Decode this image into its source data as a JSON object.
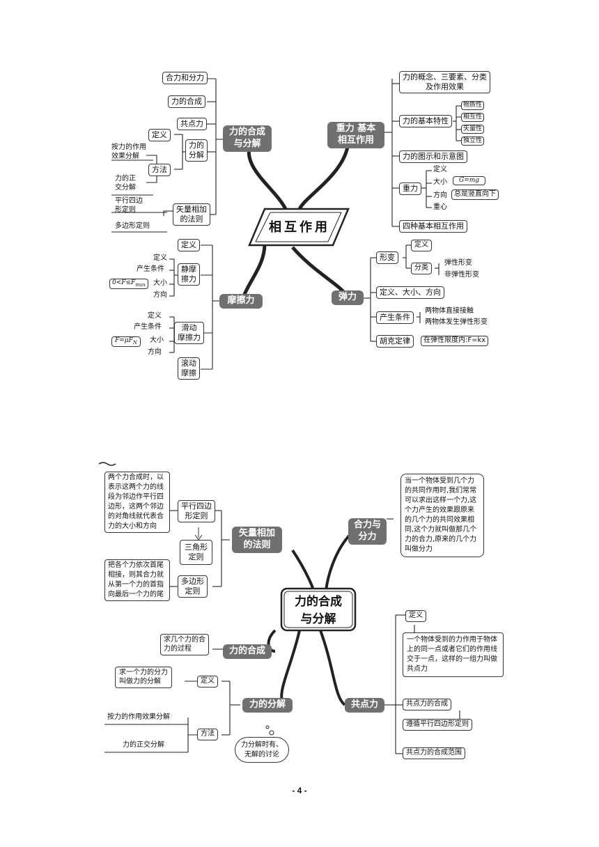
{
  "map1": {
    "center": "相互作用",
    "hub_compose": "力的合成\n与分解",
    "hub_basic": "重力  基本\n相互作用",
    "hub_friction": "摩擦力",
    "hub_elastic": "弹力",
    "compose": {
      "resultant": "合力和分力",
      "composition": "力的合成",
      "concurrent": "共点力",
      "decomposition": "力的\n分解",
      "definition": "定义",
      "method": "方法",
      "by_effect": "按力的作用\n效果分解",
      "orthogonal": "力的正\n交分解",
      "vector_rule": "矢量相加\n的法则",
      "parallelogram": "平行四边\n形定则",
      "polygon": "多边形定则"
    },
    "basic": {
      "concept": "力的概念、三要素、分类\n及作用效果",
      "traits": "力的基本特性",
      "trait_items": [
        "物质性",
        "相互性",
        "矢量性",
        "独立性"
      ],
      "diagram": "力的图示和示意图",
      "gravity": "重力",
      "g_def": "定义",
      "g_size": "大小",
      "g_formula": "G=mg",
      "g_dir": "方向",
      "g_dir_val": "总是竖直向下",
      "g_center": "重心",
      "four": "四种基本相互作用"
    },
    "friction": {
      "definition": "定义",
      "static": "静摩\n擦力",
      "static_items": [
        "定义",
        "产生条件",
        "大小",
        "方向"
      ],
      "static_formula": "0<F≤F",
      "static_formula_sub": "max",
      "sliding": "滑动\n摩擦力",
      "sliding_items": [
        "定义",
        "产生条件",
        "大小",
        "方向"
      ],
      "sliding_formula": "F=μF",
      "sliding_formula_sub": "N",
      "rolling": "滚动\n摩擦"
    },
    "elastic": {
      "deformation": "形变",
      "def": "定义",
      "classify": "分类",
      "elastic_def": "弹性形变",
      "inelastic_def": "非弹性形变",
      "def_size_dir": "定义、大小、方向",
      "condition": "产生条件",
      "cond_1": "两物体直接接触",
      "cond_2": "两物体发生弹性形变",
      "hooke": "胡克定律",
      "hooke_val": "在弹性限度内:F=kx"
    }
  },
  "map2": {
    "center": "力的合成\n与分解",
    "vector_rule": "矢量相加\n的法则",
    "parallelogram": "平行四边\n形定则",
    "triangle": "三角形\n定则",
    "polygon": "多边形\n定则",
    "parallelogram_text": "两个力合成时，以表示这两个力的线段为邻边作平行四边形，这两个邻边的对角线就代表合力的大小和方向",
    "polygon_text": "把各个力依次首尾相接，则其合力就从第一个力的首指向最后一个力的尾",
    "resultant": "合力与\n分力",
    "resultant_text": "当一个物体受到几个力的共同作用时,我们常常可以求出这样一个力,这个力产生的效果跟原来的几个力的共同效果相同,这个力就叫做那几个力的合力,原来的几个力叫做分力",
    "composition": "力的合成",
    "composition_text": "求几个力的合\n力的过程",
    "decomposition": "力的分解",
    "definition": "定义",
    "definition_text": "求一个力的分力\n叫做力的分解",
    "method": "方法",
    "by_effect": "按力的作用效果分解",
    "orthogonal": "力的正交分解",
    "cloud": "力分解时有、\n无解的讨论",
    "concurrent": "共点力",
    "concurrent_def": "定义",
    "concurrent_def_text": "一个物体受到的力作用于物体上的同一点或者它们的作用线交于一点，这样的一组力叫做共点力",
    "concurrent_composition": "共点力的合成",
    "concurrent_rule": "遵循平行四边形定则",
    "concurrent_range": "共点力的合成范围"
  },
  "page_number": "- 4 -"
}
